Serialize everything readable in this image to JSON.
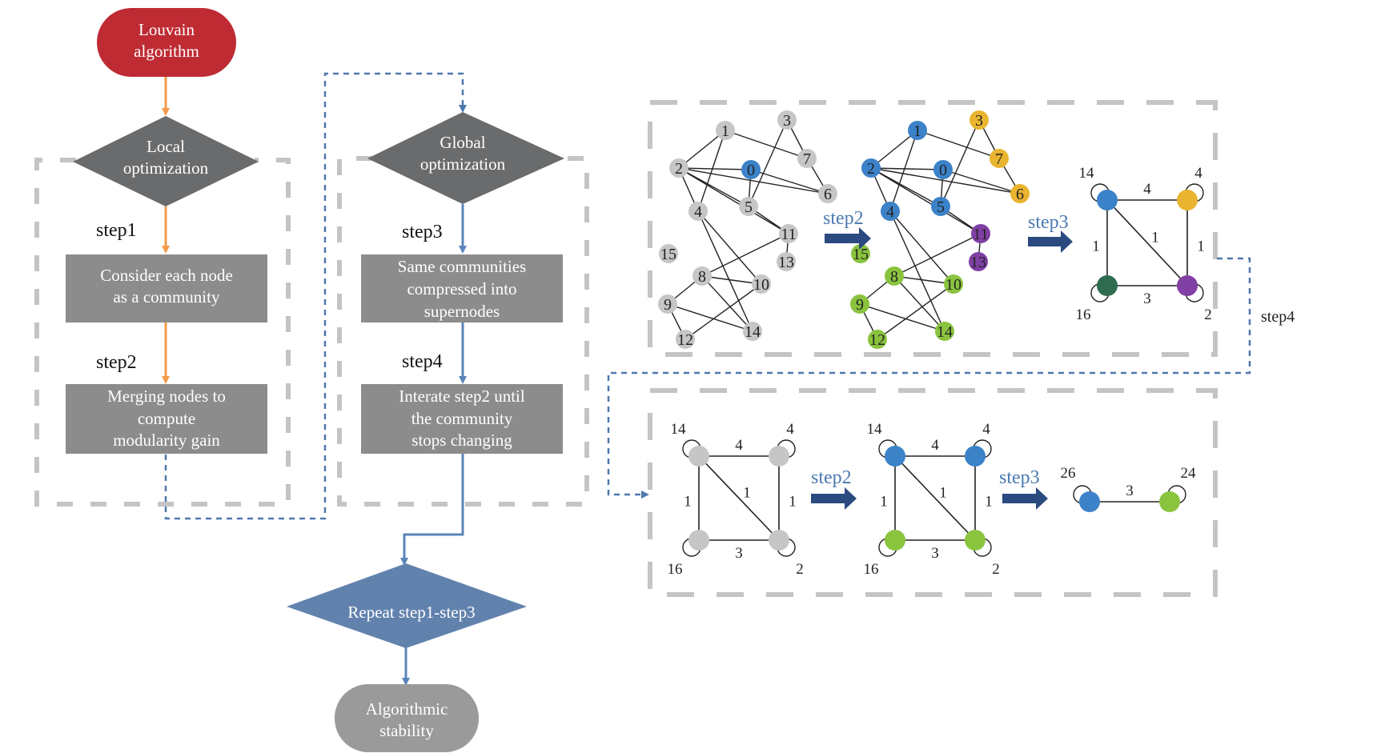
{
  "colors": {
    "start_red": "#bf2b33",
    "decision_dark": "#6a6b6c",
    "process_gray": "#8c8c8c",
    "repeat_blue": "#6282ae",
    "end_gray": "#9a9a9a",
    "orange_arrow": "#f49a4a",
    "blue_arrow": "#5b84b8",
    "dash_gray": "#c4c4c4",
    "dash_blue": "#4d79ac",
    "node_gray": "#c6c6c6",
    "node_blue": "#3b82c8",
    "node_yellow": "#e9b42f",
    "node_purple": "#8040a4",
    "node_green": "#8ac43f",
    "node_darkgreen": "#2f6b4f",
    "big_arrow": "#2a4a80"
  },
  "flow": {
    "start": {
      "line1": "Louvain",
      "line2": "algorithm"
    },
    "local": {
      "line1": "Local",
      "line2": "optimization"
    },
    "step1_label": "step1",
    "consider": {
      "line1": "Consider each node",
      "line2": "as a community"
    },
    "step2_label": "step2",
    "merging": {
      "line1": "Merging nodes to",
      "line2": "compute",
      "line3": "modularity gain"
    },
    "global": {
      "line1": "Global",
      "line2": "optimization"
    },
    "step3_label": "step3",
    "same": {
      "line1": "Same communities",
      "line2": "compressed into",
      "line3": "supernodes"
    },
    "step4_label": "step4",
    "interate": {
      "line1": "Interate step2 until",
      "line2": "the community",
      "line3": "stops changing"
    },
    "repeat": {
      "line1": "Repeat step1-step3"
    },
    "end": {
      "line1": "Algorithmic",
      "line2": "stability"
    }
  },
  "graph_labels": {
    "n0": "0",
    "n1": "1",
    "n2": "2",
    "n3": "3",
    "n4": "4",
    "n5": "5",
    "n6": "6",
    "n7": "7",
    "n8": "8",
    "n9": "9",
    "n10": "10",
    "n11": "11",
    "n12": "12",
    "n13": "13",
    "n14": "14",
    "n15": "15"
  },
  "arrows": {
    "top_step2": "step2",
    "top_step3": "step3",
    "step4_side": "step4",
    "bottom_step2": "step2",
    "bottom_step3": "step3"
  },
  "super_a": {
    "tl_loop": "14",
    "tr_loop": "4",
    "bl_loop": "16",
    "br_loop": "2",
    "top_edge": "4",
    "left_edge": "1",
    "diag_edge": "1",
    "right_edge": "1",
    "bottom_edge": "3"
  },
  "super_b": {
    "tl_loop": "14",
    "tr_loop": "4",
    "bl_loop": "16",
    "br_loop": "2",
    "top_edge": "4",
    "left_edge": "1",
    "diag_edge": "1",
    "right_edge": "1",
    "bottom_edge": "3"
  },
  "super_c": {
    "tl_loop": "14",
    "tr_loop": "4",
    "bl_loop": "16",
    "br_loop": "2",
    "top_edge": "4",
    "left_edge": "1",
    "diag_edge": "1",
    "right_edge": "1",
    "bottom_edge": "3"
  },
  "final": {
    "left_loop": "26",
    "right_loop": "24",
    "edge": "3"
  }
}
